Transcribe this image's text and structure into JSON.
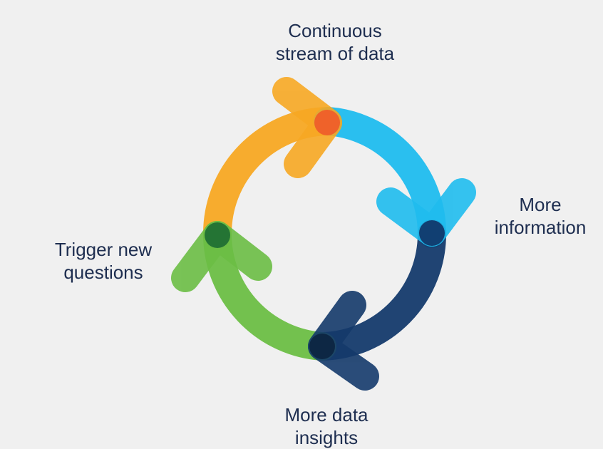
{
  "labels": {
    "top": [
      "Continuous",
      "stream of data"
    ],
    "right": [
      "More",
      "information"
    ],
    "bottom": [
      "More data",
      "insights"
    ],
    "left": [
      "Trigger new",
      "questions"
    ]
  },
  "colors": {
    "background": "#f0f0f0",
    "text": "#1e2e50",
    "orange": "#f7a823",
    "light_blue": "#1fbcee",
    "dark_blue": "#143a6b",
    "green": "#6cbe45",
    "orange_overlap": "#f15a29",
    "blue_overlap": "#0f3366",
    "dark_overlap": "#0c2440",
    "green_overlap": "#1d6b33"
  }
}
